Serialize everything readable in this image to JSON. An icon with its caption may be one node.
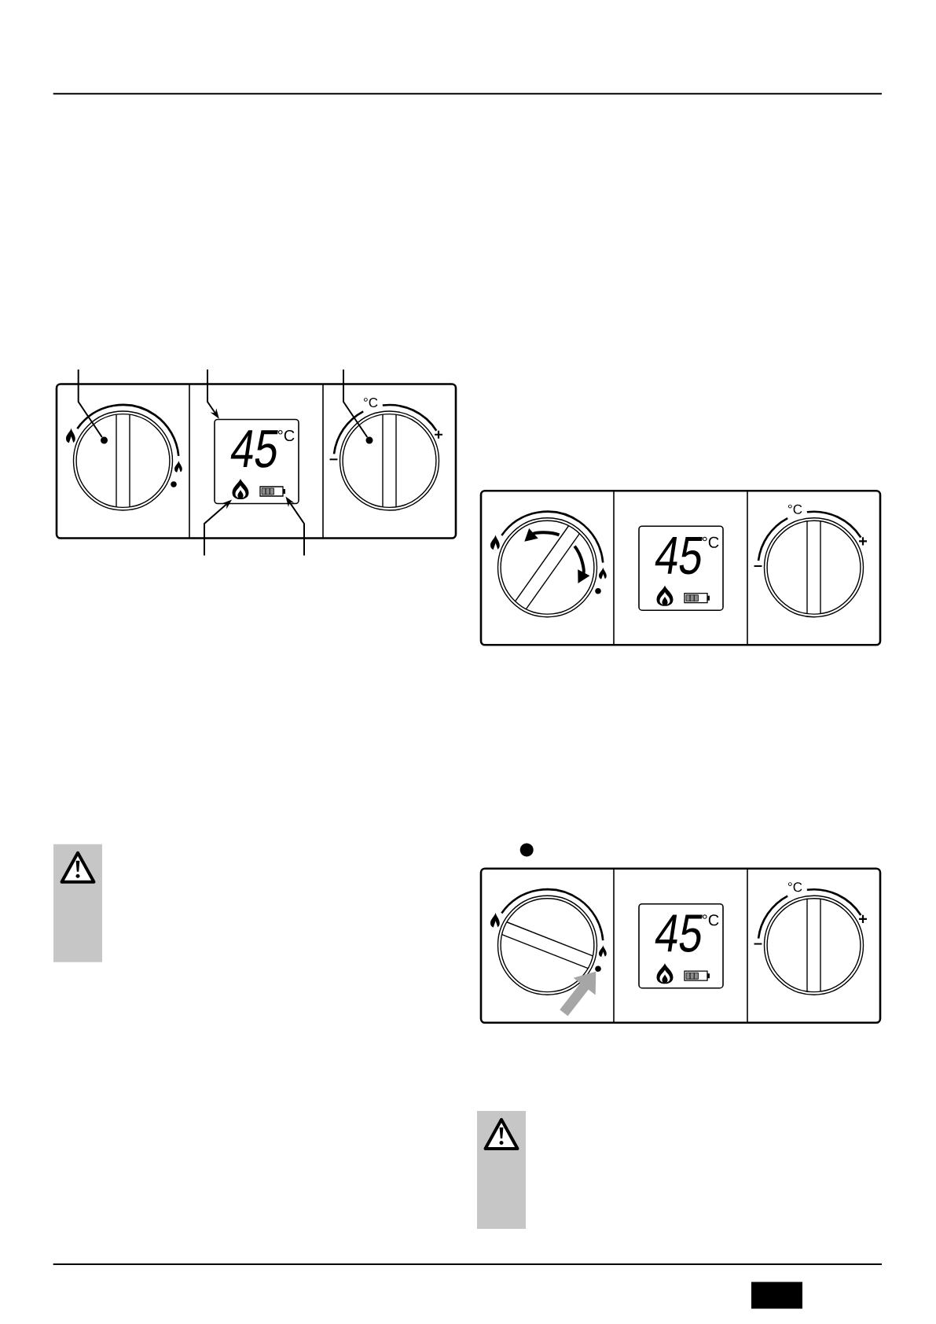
{
  "diagram": {
    "nodes": [
      {
        "text": [],
        "shape": "circle"
      },
      {
        "text": [],
        "shape": "circle",
        "in": 0
      },
      {
        "text": [
          "45",
          "°C"
        ]
      },
      {
        "text": [],
        "shape": "picture",
        "in": 2
      },
      {
        "text": [],
        "shape": "picture",
        "in": 2
      },
      {
        "text": [],
        "shape": "circle",
        "beside": [
          "–",
          "°C",
          "+"
        ]
      },
      {
        "text": [],
        "shape": "circle",
        "in": 5
      },
      {
        "text": [],
        "shape": "circle"
      },
      {
        "text": [
          "45",
          "°C"
        ]
      },
      {
        "text": [],
        "shape": "circle",
        "beside": [
          "–",
          "°C",
          "+"
        ]
      },
      {
        "text": [],
        "shape": "circle"
      },
      {
        "text": [],
        "shape": "circle"
      },
      {
        "text": [
          "45",
          "°C"
        ]
      },
      {
        "text": [],
        "shape": "circle",
        "beside": [
          "–",
          "°C",
          "+"
        ]
      }
    ],
    "edges": [
      {
        "from": null,
        "to": 1,
        "arrow": "none"
      },
      {
        "from": null,
        "to": 2,
        "arrow": "to"
      },
      {
        "from": null,
        "to": 6,
        "arrow": "none"
      },
      {
        "from": null,
        "to": 3,
        "arrow": "to"
      },
      {
        "from": null,
        "to": 4,
        "arrow": "to"
      },
      {
        "from": null,
        "to": 11,
        "arrow": "to",
        "style": "thick",
        "color": "#a6a6a6"
      }
    ]
  }
}
